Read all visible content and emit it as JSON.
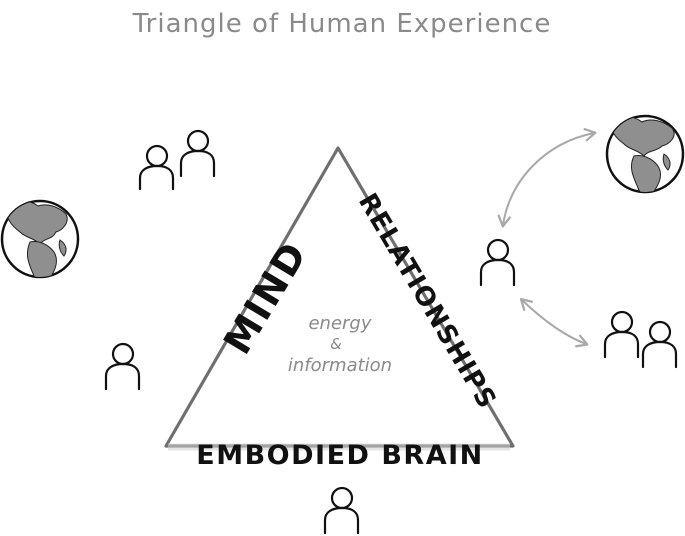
{
  "title": "Triangle of Human Experience",
  "triangle": {
    "left_side_label": "MIND",
    "right_side_label": "RELATIONSHIPS",
    "bottom_label": "EMBODIED BRAIN",
    "center_text_line1": "energy",
    "center_text_line2": "&",
    "center_text_line3": "information"
  },
  "colors": {
    "line": "#6f6f6f",
    "ink": "#111111",
    "title": "#8a8a8a",
    "center": "#8a8a8a",
    "arrow": "#a8a8a8",
    "globe_ocean": "#ffffff",
    "globe_land": "#8f8f8f"
  },
  "icons": {
    "globe": "globe-icon",
    "person": "person-icon",
    "arrow": "double-arrow-icon"
  }
}
